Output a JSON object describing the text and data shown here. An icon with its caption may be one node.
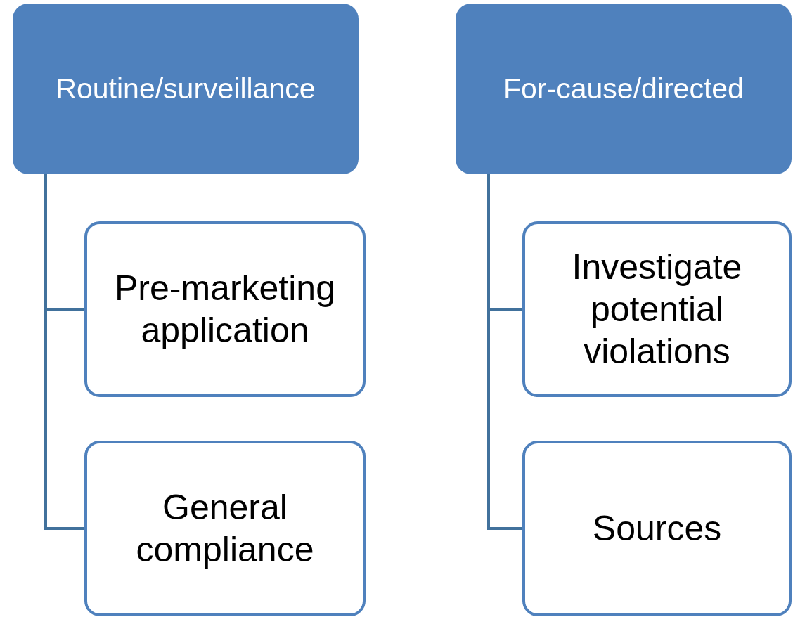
{
  "diagram": {
    "nodes": [
      {
        "text": [
          "Routine/surveillance"
        ]
      },
      {
        "text": [
          "Pre-marketing application"
        ]
      },
      {
        "text": [
          "General compliance"
        ]
      },
      {
        "text": [
          "For-cause/directed"
        ]
      },
      {
        "text": [
          "Investigate potential violations"
        ]
      },
      {
        "text": [
          "Sources"
        ]
      }
    ],
    "edges": [
      {
        "from": 0,
        "to": 1,
        "arrow": "none"
      },
      {
        "from": 0,
        "to": 2,
        "arrow": "none"
      },
      {
        "from": 3,
        "to": 4,
        "arrow": "none"
      },
      {
        "from": 3,
        "to": 5,
        "arrow": "none"
      }
    ]
  }
}
